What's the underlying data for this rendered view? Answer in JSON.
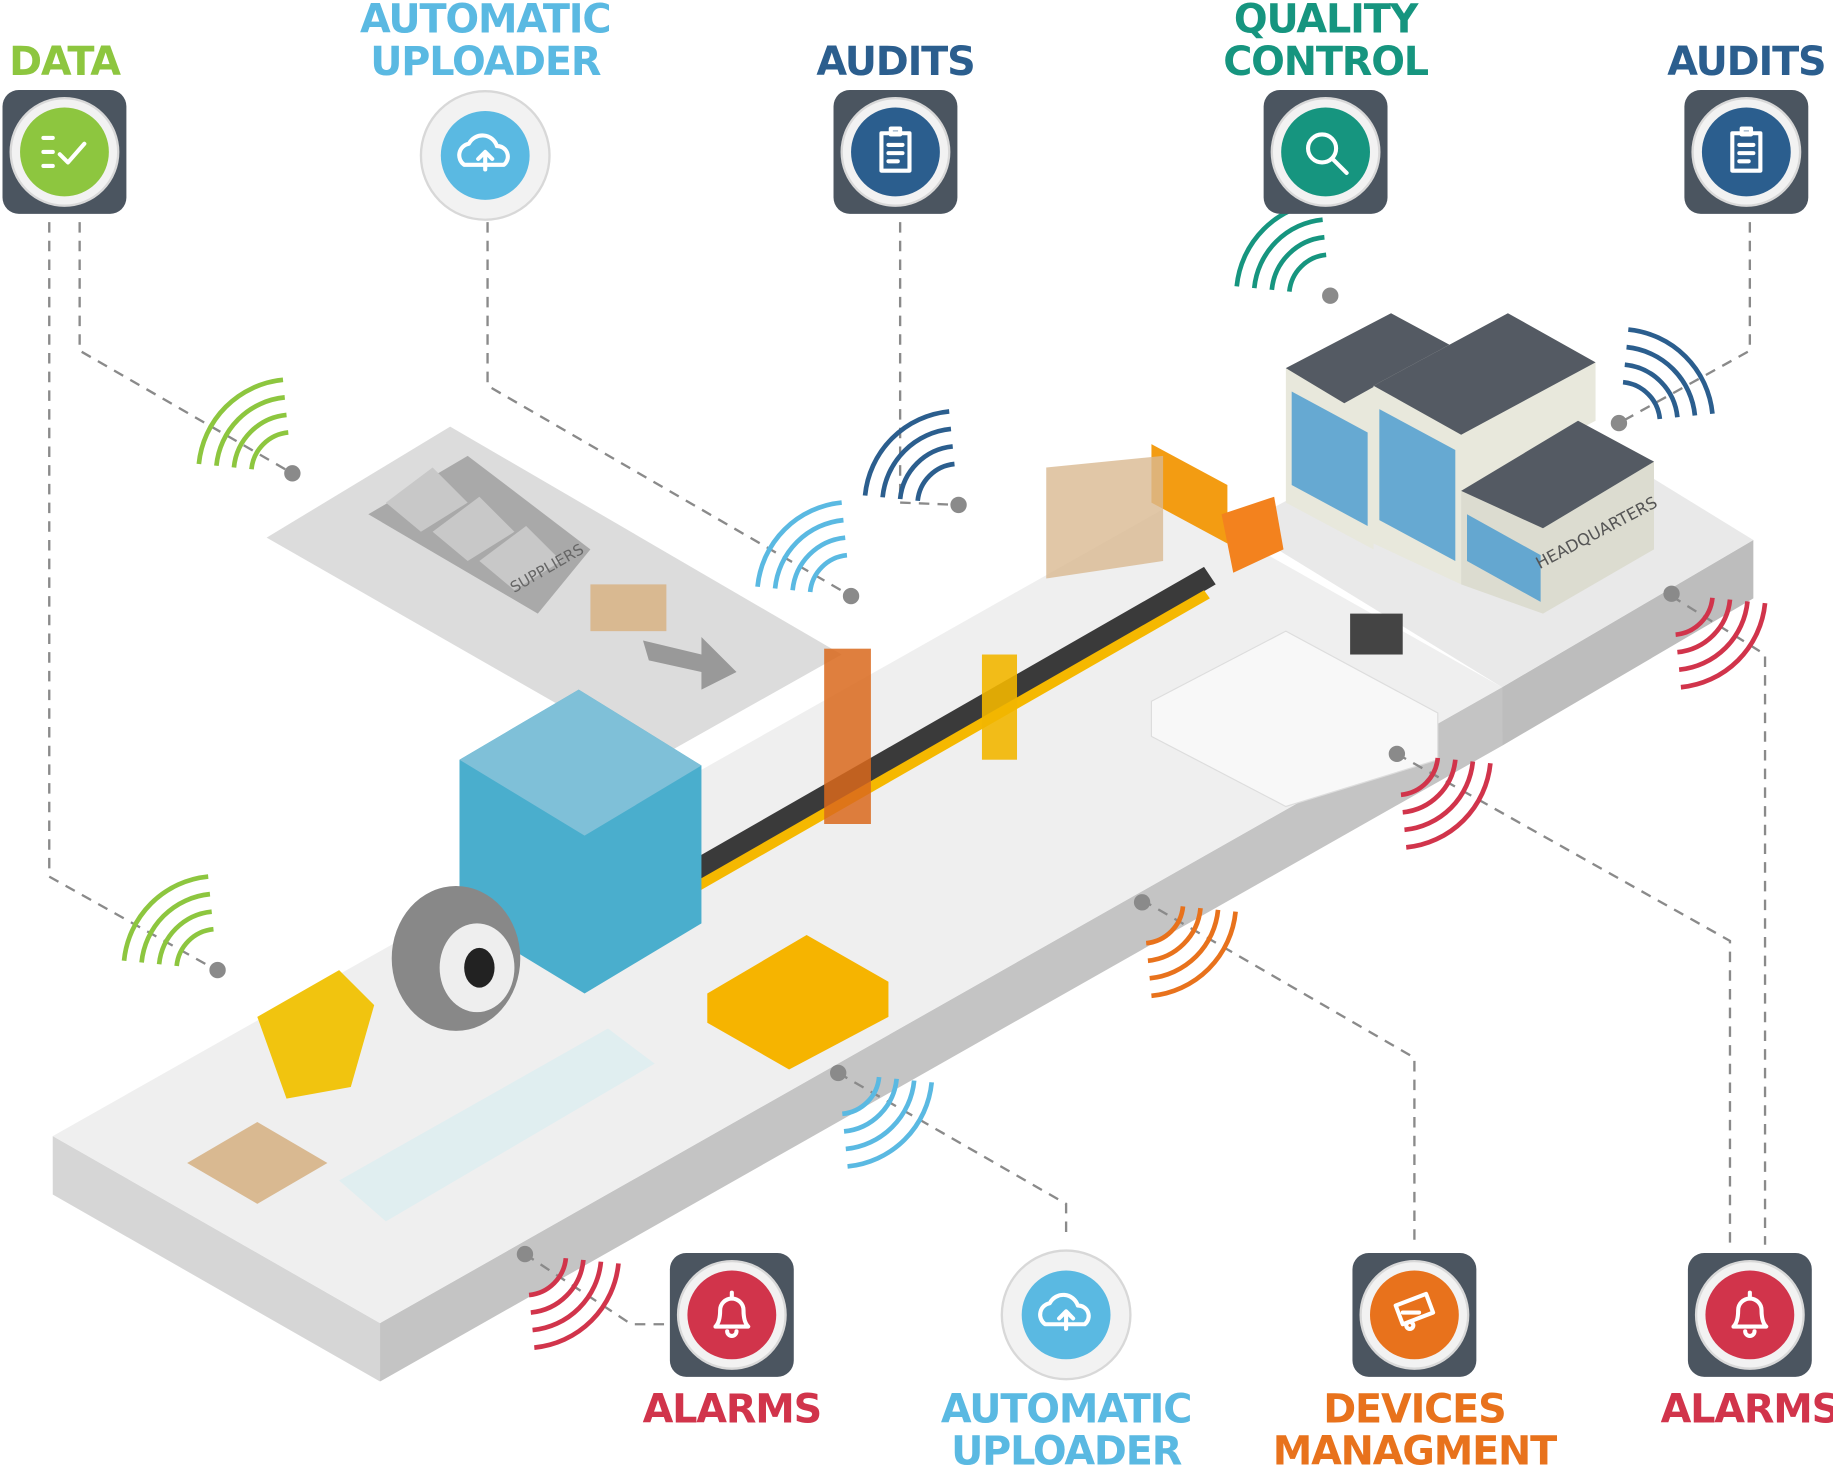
{
  "colors": {
    "data": "#8dc63f",
    "uploader": "#5ab9e2",
    "audits": "#2b5e8e",
    "quality": "#16957f",
    "alarms": "#d1344b",
    "devices": "#e8721c",
    "platform": "#ececec"
  },
  "top_nodes": [
    {
      "lines": [
        "DATA"
      ],
      "icon": "checklist-icon",
      "color": "#8dc63f"
    },
    {
      "lines": [
        "AUTOMATIC",
        "UPLOADER"
      ],
      "icon": "cloud-upload-icon",
      "color": "#5ab9e2"
    },
    {
      "lines": [
        "AUDITS"
      ],
      "icon": "clipboard-check-icon",
      "color": "#2b5e8e"
    },
    {
      "lines": [
        "QUALITY",
        "CONTROL"
      ],
      "icon": "magnifier-icon",
      "color": "#16957f"
    },
    {
      "lines": [
        "AUDITS"
      ],
      "icon": "clipboard-check-icon",
      "color": "#2b5e8e"
    }
  ],
  "bottom_nodes": [
    {
      "lines": [
        "ALARMS"
      ],
      "icon": "bell-icon",
      "color": "#d1344b"
    },
    {
      "lines": [
        "AUTOMATIC",
        "UPLOADER"
      ],
      "icon": "cloud-upload-icon",
      "color": "#5ab9e2"
    },
    {
      "lines": [
        "DEVICES",
        "MANAGMENT"
      ],
      "icon": "device-gauge-icon",
      "color": "#e8721c"
    },
    {
      "lines": [
        "ALARMS"
      ],
      "icon": "bell-icon",
      "color": "#d1344b"
    }
  ],
  "scene": {
    "suppliers_sign": "SUPPLIERS",
    "hq_sign": "HEADQUARTERS"
  }
}
